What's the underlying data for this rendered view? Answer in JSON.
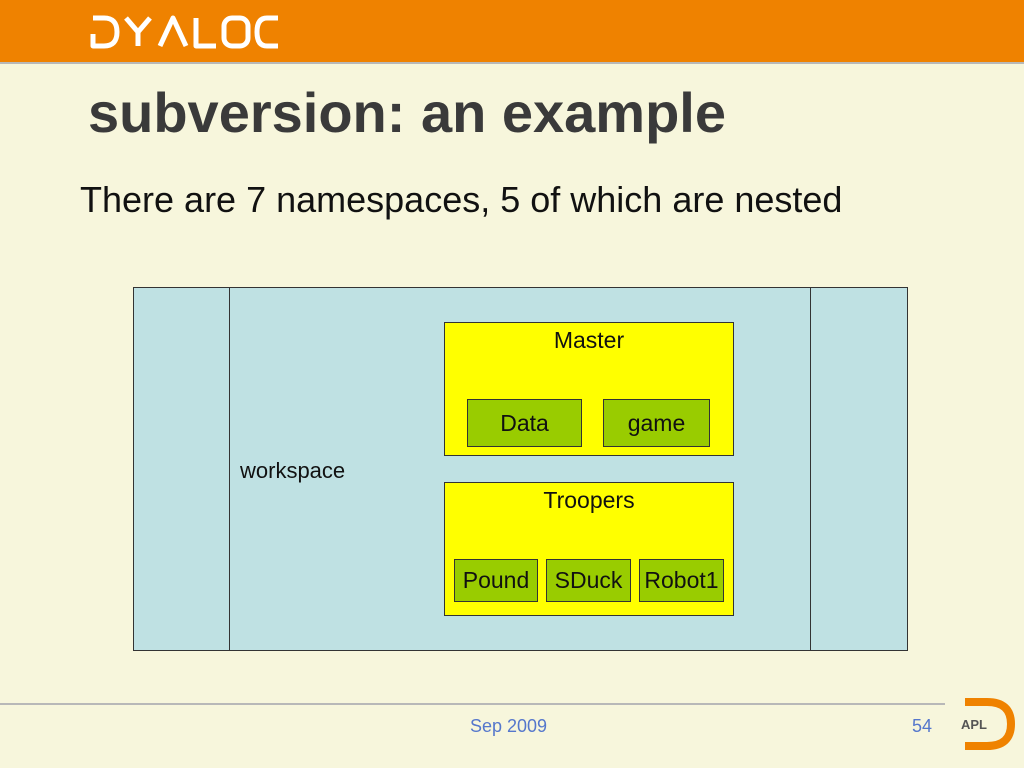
{
  "header": {
    "brand": "DYALOC"
  },
  "title": "subversion: an example",
  "subtitle": "There are 7 namespaces, 5 of which are nested",
  "diagram": {
    "workspace_label": "workspace",
    "master": {
      "label": "Master",
      "children": [
        "Data",
        "game"
      ]
    },
    "troopers": {
      "label": "Troopers",
      "children": [
        "Pound",
        "SDuck",
        "Robot1"
      ]
    }
  },
  "footer": {
    "date": "Sep 2009",
    "page": "54",
    "logo_text": "APL"
  },
  "colors": {
    "header": "#ef8200",
    "background": "#f7f6dc",
    "workspace": "#bfe1e3",
    "namespace": "#ffff00",
    "nested": "#99cc00",
    "footer_text": "#5577cc"
  }
}
